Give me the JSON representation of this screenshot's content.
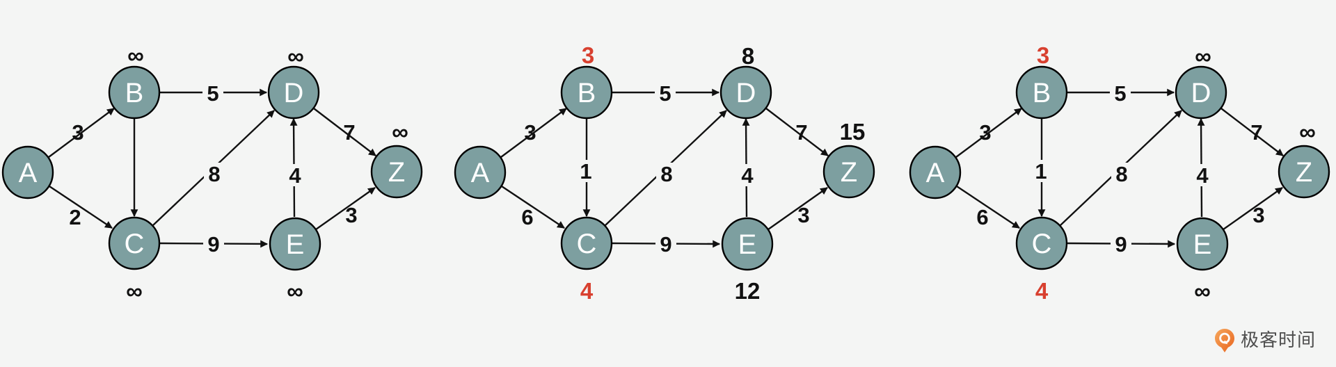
{
  "background": "#f4f5f4",
  "colors": {
    "node_fill": "#7d9fa0",
    "node_stroke": "#000000",
    "edge": "#111111",
    "text_black": "#111111",
    "text_red": "#d8402f",
    "node_text": "#ffffff",
    "logo_orange_light": "#f6a75c",
    "logo_orange_dark": "#e8641e",
    "logo_text_color": "#4e4e4e"
  },
  "graphs": [
    {
      "name": "step-1-initial",
      "nodes": [
        {
          "id": "A",
          "label": "A",
          "dist": "",
          "dist_color": ""
        },
        {
          "id": "B",
          "label": "B",
          "dist": "∞",
          "dist_color": "black"
        },
        {
          "id": "C",
          "label": "C",
          "dist": "∞",
          "dist_color": "black"
        },
        {
          "id": "D",
          "label": "D",
          "dist": "∞",
          "dist_color": "black"
        },
        {
          "id": "E",
          "label": "E",
          "dist": "∞",
          "dist_color": "black"
        },
        {
          "id": "Z",
          "label": "Z",
          "dist": "∞",
          "dist_color": "black"
        }
      ],
      "edges": [
        {
          "from": "A",
          "to": "B",
          "weight": "3"
        },
        {
          "from": "A",
          "to": "C",
          "weight": "2"
        },
        {
          "from": "B",
          "to": "D",
          "weight": "5"
        },
        {
          "from": "B",
          "to": "C",
          "weight": ""
        },
        {
          "from": "C",
          "to": "D",
          "weight": "8"
        },
        {
          "from": "C",
          "to": "E",
          "weight": "9"
        },
        {
          "from": "E",
          "to": "D",
          "weight": "4"
        },
        {
          "from": "D",
          "to": "Z",
          "weight": "7"
        },
        {
          "from": "E",
          "to": "Z",
          "weight": "3"
        }
      ]
    },
    {
      "name": "step-2-all-relaxed",
      "nodes": [
        {
          "id": "A",
          "label": "A",
          "dist": "",
          "dist_color": ""
        },
        {
          "id": "B",
          "label": "B",
          "dist": "3",
          "dist_color": "red"
        },
        {
          "id": "C",
          "label": "C",
          "dist": "4",
          "dist_color": "red"
        },
        {
          "id": "D",
          "label": "D",
          "dist": "8",
          "dist_color": "black"
        },
        {
          "id": "E",
          "label": "E",
          "dist": "12",
          "dist_color": "black"
        },
        {
          "id": "Z",
          "label": "Z",
          "dist": "15",
          "dist_color": "black"
        }
      ],
      "edges": [
        {
          "from": "A",
          "to": "B",
          "weight": "3"
        },
        {
          "from": "A",
          "to": "C",
          "weight": "6"
        },
        {
          "from": "B",
          "to": "D",
          "weight": "5"
        },
        {
          "from": "B",
          "to": "C",
          "weight": "1"
        },
        {
          "from": "C",
          "to": "D",
          "weight": "8"
        },
        {
          "from": "C",
          "to": "E",
          "weight": "9"
        },
        {
          "from": "E",
          "to": "D",
          "weight": "4"
        },
        {
          "from": "D",
          "to": "Z",
          "weight": "7"
        },
        {
          "from": "E",
          "to": "Z",
          "weight": "3"
        }
      ]
    },
    {
      "name": "step-3-b-c-settled",
      "nodes": [
        {
          "id": "A",
          "label": "A",
          "dist": "",
          "dist_color": ""
        },
        {
          "id": "B",
          "label": "B",
          "dist": "3",
          "dist_color": "red"
        },
        {
          "id": "C",
          "label": "C",
          "dist": "4",
          "dist_color": "red"
        },
        {
          "id": "D",
          "label": "D",
          "dist": "∞",
          "dist_color": "black"
        },
        {
          "id": "E",
          "label": "E",
          "dist": "∞",
          "dist_color": "black"
        },
        {
          "id": "Z",
          "label": "Z",
          "dist": "∞",
          "dist_color": "black"
        }
      ],
      "edges": [
        {
          "from": "A",
          "to": "B",
          "weight": "3"
        },
        {
          "from": "A",
          "to": "C",
          "weight": "6"
        },
        {
          "from": "B",
          "to": "D",
          "weight": "5"
        },
        {
          "from": "B",
          "to": "C",
          "weight": "1"
        },
        {
          "from": "C",
          "to": "D",
          "weight": "8"
        },
        {
          "from": "C",
          "to": "E",
          "weight": "9"
        },
        {
          "from": "E",
          "to": "D",
          "weight": "4"
        },
        {
          "from": "D",
          "to": "Z",
          "weight": "7"
        },
        {
          "from": "E",
          "to": "Z",
          "weight": "3"
        }
      ]
    }
  ],
  "logo": {
    "brand": "极客时间"
  }
}
